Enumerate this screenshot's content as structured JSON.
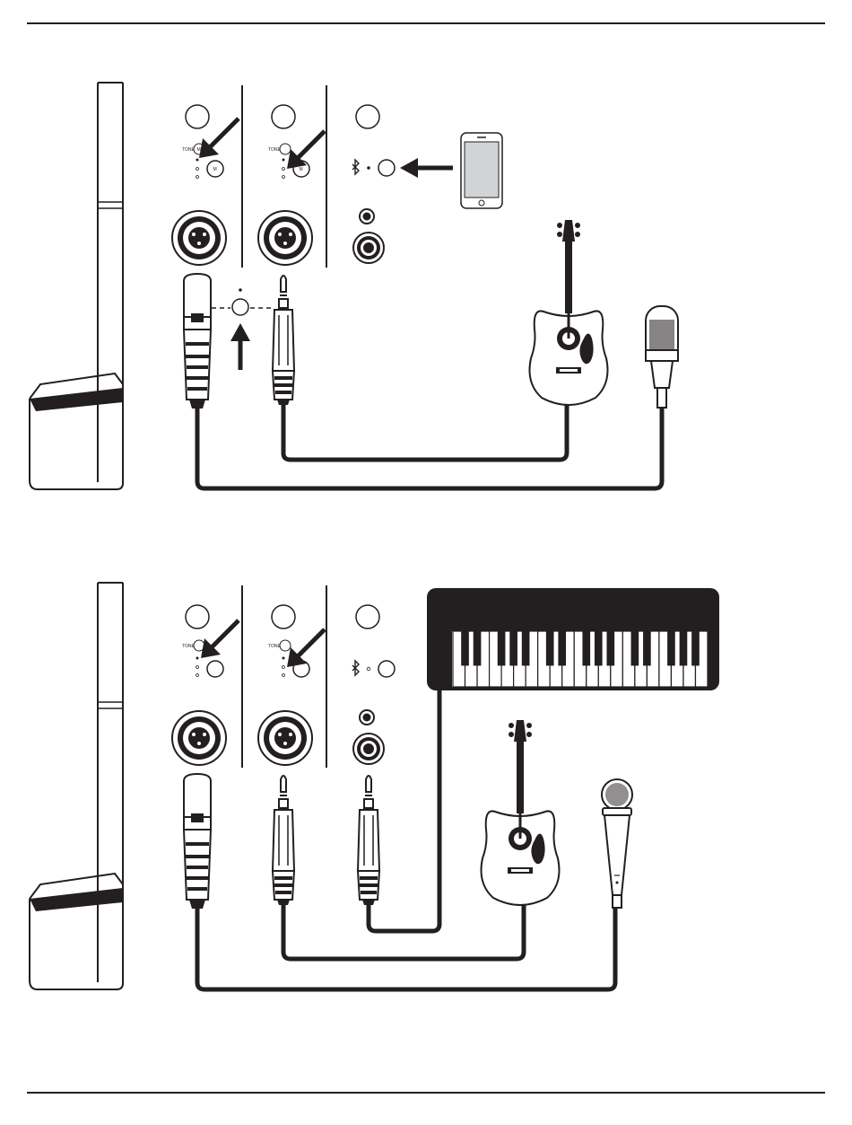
{
  "colors": {
    "ink": "#231f20",
    "phone_screen": "#d1d3d4",
    "paper": "#ffffff"
  },
  "channel_labels": {
    "tonematch": "TONE",
    "tonematch_suffix": "ATCH",
    "tonematch_logo_letter": "M"
  },
  "icons": [
    "tall-column-speaker-icon",
    "xlr-combo-jack-icon",
    "quarter-inch-jack-icon",
    "bluetooth-icon",
    "smartphone-icon",
    "acoustic-guitar-icon",
    "studio-condenser-microphone-icon",
    "handheld-dynamic-microphone-icon",
    "keyboard-synth-icon",
    "xlr-connector-icon",
    "quarter-inch-plug-icon",
    "arrow-icon"
  ],
  "panels": [
    {
      "id": "top",
      "channels": 3,
      "sources": [
        "smartphone",
        "acoustic-guitar",
        "studio-microphone"
      ]
    },
    {
      "id": "bottom",
      "channels": 3,
      "sources": [
        "keyboard",
        "acoustic-guitar",
        "handheld-microphone"
      ]
    }
  ]
}
